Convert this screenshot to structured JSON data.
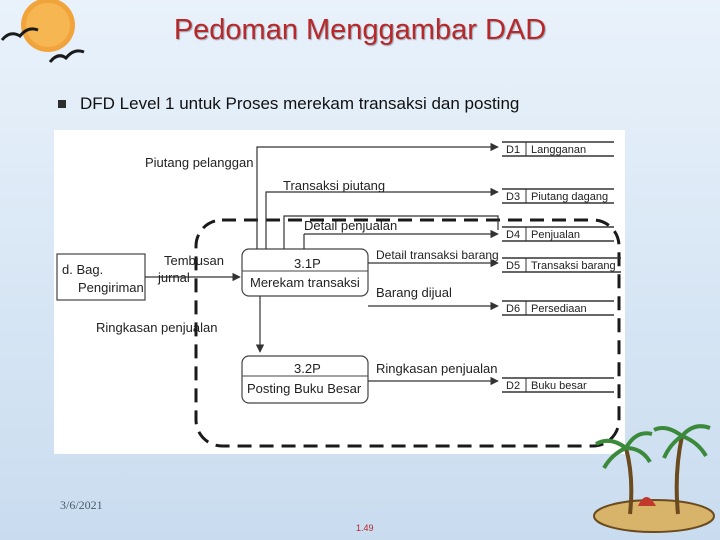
{
  "slide": {
    "title": "Pedoman Menggambar DAD",
    "bullet": "DFD Level 1 untuk Proses merekam transaksi dan posting",
    "date": "3/6/2021",
    "page_number": "1.49"
  },
  "diagram": {
    "external_entity": [
      "d. Bag.",
      "Pengiriman"
    ],
    "processes": [
      {
        "id": "3.1P",
        "name": "Merekam transaksi"
      },
      {
        "id": "3.2P",
        "name": "Posting Buku Besar"
      }
    ],
    "data_stores": [
      {
        "id": "D1",
        "name": "Langganan"
      },
      {
        "id": "D3",
        "name": "Piutang dagang"
      },
      {
        "id": "D4",
        "name": "Penjualan"
      },
      {
        "id": "D5",
        "name": "Transaksi barang"
      },
      {
        "id": "D6",
        "name": "Persediaan"
      },
      {
        "id": "D2",
        "name": "Buku besar"
      }
    ],
    "flows": {
      "piutang_pelanggan": "Piutang pelanggan",
      "transaksi_piutang": "Transaksi piutang",
      "detail_penjualan": "Detail penjualan",
      "tembusan": "Tembusan",
      "jurnal": "jurnal",
      "detail_transaksi_barang": "Detail transaksi barang",
      "barang_dijual": "Barang dijual",
      "ringkasan_penjualan_left": "Ringkasan penjualan",
      "ringkasan_penjualan_right": "Ringkasan penjualan"
    }
  },
  "colors": {
    "title": "#b8272a",
    "line": "#333333"
  }
}
